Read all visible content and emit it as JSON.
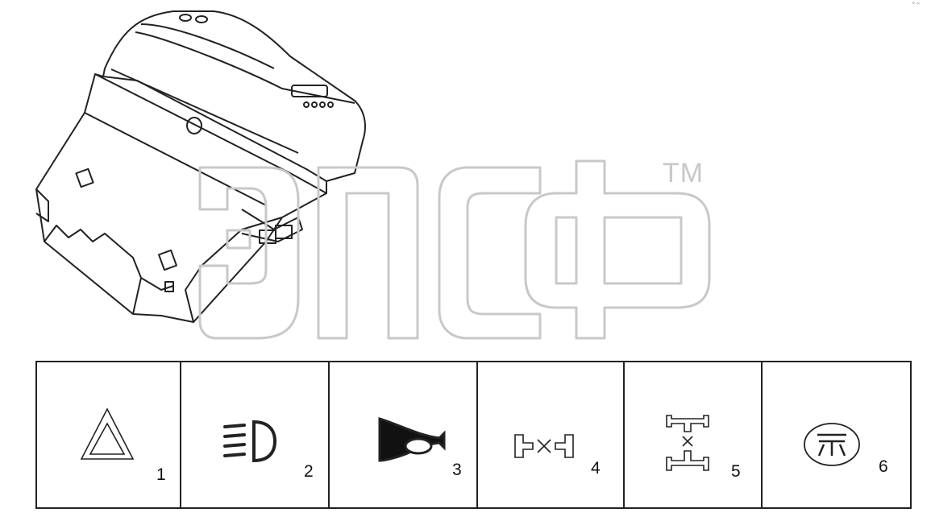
{
  "watermark": {
    "trademark": "TM"
  },
  "legend": {
    "items": [
      {
        "number": "1",
        "icon": "hazard-warning-triangle-icon"
      },
      {
        "number": "2",
        "icon": "dipped-headlight-icon"
      },
      {
        "number": "3",
        "icon": "horn-icon"
      },
      {
        "number": "4",
        "icon": "differential-lock-icon"
      },
      {
        "number": "5",
        "icon": "four-wheel-drive-icon"
      },
      {
        "number": "6",
        "icon": "cab-light-icon"
      }
    ]
  },
  "colors": {
    "line": "#222222",
    "watermark": "#c8c8c8"
  }
}
